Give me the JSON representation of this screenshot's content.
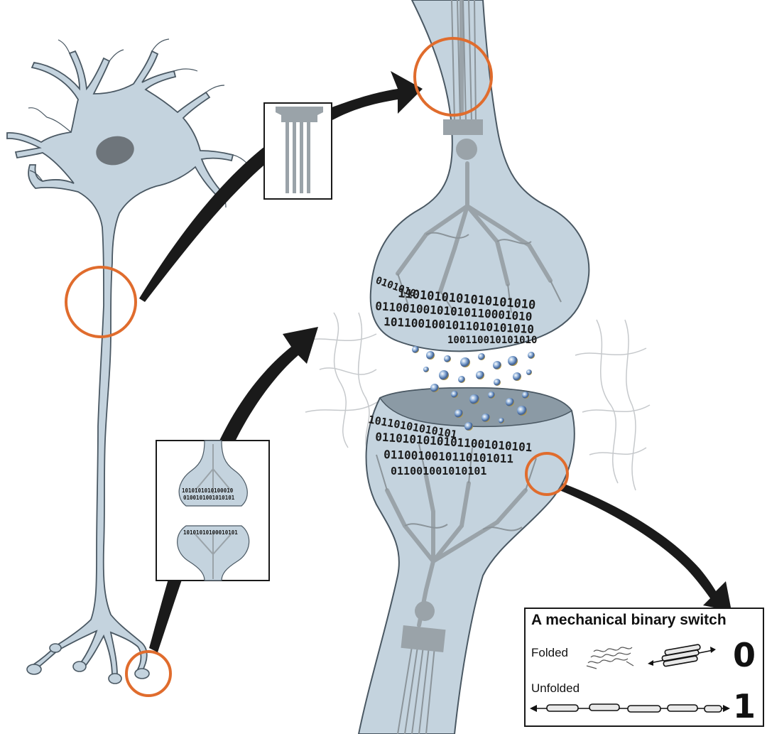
{
  "legend": {
    "title": "A mechanical binary switch",
    "folded_label": "Folded",
    "unfolded_label": "Unfolded",
    "folded_value": "0",
    "unfolded_value": "1"
  },
  "binary": {
    "upper_row1": "0101010",
    "upper_row2": "1101010101010101010",
    "upper_row3": "01100100101010110001010",
    "upper_row4": "1011001001011010101010",
    "upper_row5": "100110010101010",
    "lower_row1": "10110101010101",
    "lower_row2": "01101010101011001010101",
    "lower_row3": "0110010010110101011",
    "lower_row4": "011001001010101",
    "inset_row1": "1010101010100010",
    "inset_row2": "0100101001010101",
    "inset_row3": "10101010100010101"
  },
  "colors": {
    "cell_fill": "#c4d3de",
    "cell_stroke": "#4a5863",
    "skeleton": "#9aa3a9",
    "nucleus": "#6e757b",
    "highlight_ring": "#e06c2d",
    "arrow": "#1a1a1a",
    "synaptic_surface": "#8b9aa5",
    "vesicle": "#5a7fb0"
  },
  "icons": {
    "folded_protein": "helix-bundle-icon",
    "compact_switch": "coiled-rod-icon",
    "unfolded_protein": "extended-chain-icon"
  }
}
